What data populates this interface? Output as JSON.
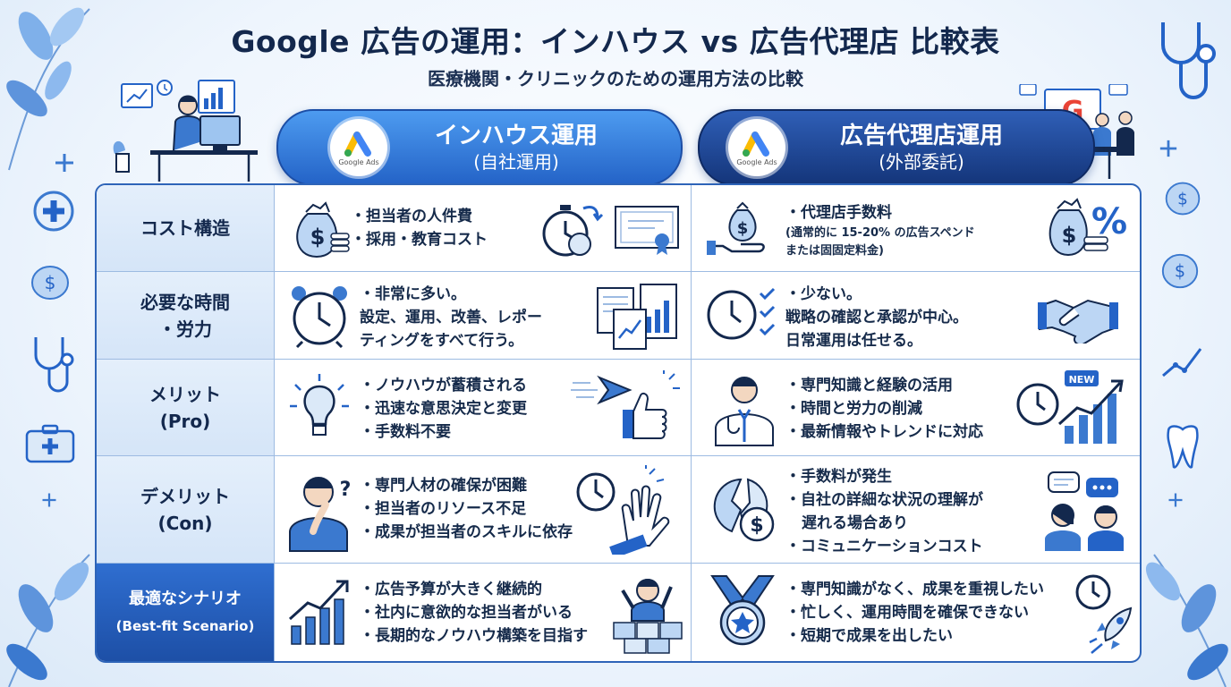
{
  "title": "Google 広告の運用：インハウス vs 広告代理店 比較表",
  "subtitle": "医療機関・クリニックのための運用方法の比較",
  "columns": {
    "inhouse": {
      "title": "インハウス運用",
      "sub": "(自社運用)",
      "logo_text": "Google Ads"
    },
    "agency": {
      "title": "広告代理店運用",
      "sub": "(外部委託)",
      "logo_text": "Google Ads"
    }
  },
  "rows": [
    {
      "label": "コスト構造",
      "label2": "",
      "inhouse": [
        "・担当者の人件費",
        "・採用・教育コスト"
      ],
      "agency": [
        "・代理店手数料"
      ],
      "agency_note": [
        "(通常的に 15-20% の広告スペンド",
        "または固固定料金)"
      ]
    },
    {
      "label": "必要な時間",
      "label2": "・労力",
      "inhouse": [
        "・非常に多い。",
        "設定、運用、改善、レポー",
        "ティングをすべて行う。"
      ],
      "agency": [
        "・少ない。",
        "戦略の確認と承認が中心。",
        "日常運用は任せる。"
      ]
    },
    {
      "label": "メリット",
      "label2": "(Pro)",
      "inhouse": [
        "・ノウハウが蓄積される",
        "・迅速な意思決定と変更",
        "・手数料不要"
      ],
      "agency": [
        "・専門知識と経験の活用",
        "・時間と労力の削減",
        "・最新情報やトレンドに対応"
      ],
      "badge": "NEW"
    },
    {
      "label": "デメリット",
      "label2": "(Con)",
      "inhouse": [
        "・専門人材の確保が困難",
        "・担当者のリソース不足",
        "・成果が担当者のスキルに依存"
      ],
      "agency": [
        "・手数料が発生",
        "・自社の詳細な状況の理解が",
        "遅れる場合あり",
        "・コミュニケーションコスト"
      ]
    },
    {
      "label": "最適なシナリオ",
      "label2": "(Best-fit Scenario)",
      "inhouse": [
        "・広告予算が大きく継続的",
        "・社内に意欲的な担当者がいる",
        "・長期的なノウハウ構築を目指す"
      ],
      "agency": [
        "・専門知識がなく、成果を重視したい",
        "・忙しく、運用時間を確保できない",
        "・短期で成果を出したい"
      ]
    }
  ],
  "colors": {
    "primary": "#2463c7",
    "dark": "#14357a",
    "accent": "#4d9bf0",
    "text": "#13284d"
  }
}
